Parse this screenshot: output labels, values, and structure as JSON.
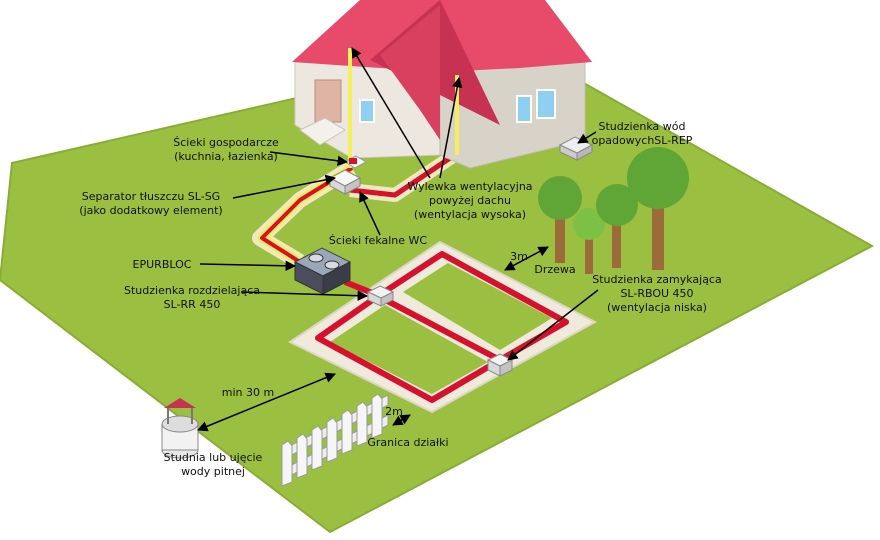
{
  "labels": {
    "scieki_gosp_1": "Ścieki gospodarcze",
    "scieki_gosp_2": "(kuchnia, łazienka)",
    "separator_1": "Separator tłuszczu SL-SG",
    "separator_2": "(jako dodatkowy element)",
    "wylewka_1": "Wylewka wentylacyjna",
    "wylewka_2": "powyżej dachu",
    "wylewka_3": "(wentylacja wysoka)",
    "scieki_fek": "Ścieki fekalne WC",
    "studzienka_wod_1": "Studzienka wód",
    "studzienka_wod_2": "opadowychSL-REP",
    "epurbloc": "EPURBLOC",
    "rozdz_1": "Studzienka rozdzielająca",
    "rozdz_2": "SL-RR 450",
    "dist_3m": "3m",
    "drzewa": "Drzewa",
    "zamyk_1": "Studzienka zamykająca",
    "zamyk_2": "SL-RBOU 450",
    "zamyk_3": "(wentylacja niska)",
    "min30": "min 30 m",
    "dist_2m": "2m",
    "granica": "Granica działki",
    "studnia_1": "Studnia lub ujęcie",
    "studnia_2": "wody pitnej"
  },
  "colors": {
    "lawn": "#9bbf40",
    "lawn_edge": "#88ad33",
    "wall": "#ece8e0",
    "wall_shadow": "#d8d3c9",
    "roof": "#e84a6a",
    "roof_dark": "#c73152",
    "pipe": "#d6112d",
    "pipe_halo": "#fff6b0",
    "vent": "#f4ef5a",
    "gravel": "#efeadb",
    "trunk": "#9c6b3a",
    "foliage": "#5fa636",
    "foliage_light": "#7cc045",
    "tank": "#4a4e5c",
    "tank_top": "#9aa7b8",
    "fence": "#f6f6f6",
    "arrow": "#000000"
  }
}
